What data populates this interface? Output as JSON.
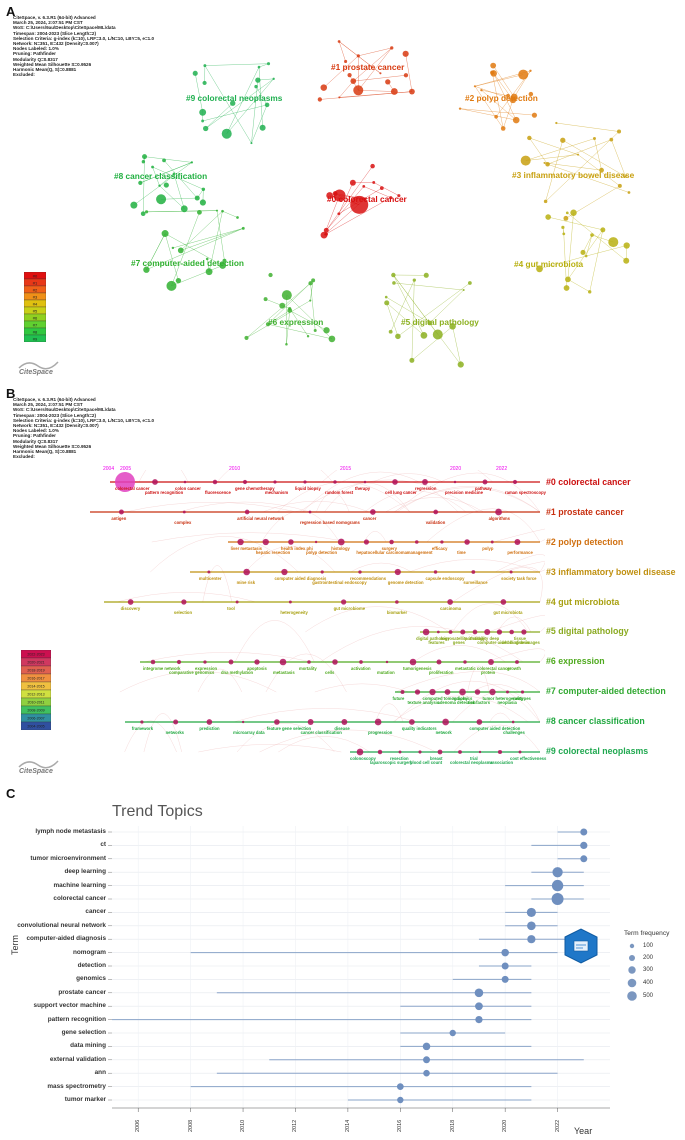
{
  "panels": {
    "a": "A",
    "b": "B",
    "c": "C"
  },
  "meta_a": "CiteSpace, v. 6.3.R1 (64-bit) Advanced\nMarch 25, 2024, 2:07:51 PM CST\nWoS: C:\\Users\\9au\\Desktop\\CiteSpace\\ML\\data\nTimespan: 2004-2023 (Slice Length=2)\nSelection Criteria: g-index (k=10), LRF=3.0, L/N=10, LBY=5, e=1.0\nNetwork: N=351, E=432 (Density=0.007)\nNodes Labeled: 1.0%\nPruning: Pathfinder\nModularity Q=0.8317\nWeighted Mean Silhouette S=0.9526\nHarmonic Mean(Q, S)=0.8881\nExcluded:",
  "meta_b": "CiteSpace, v. 6.3.R1 (64-bit) Advanced\nMarch 25, 2024, 2:07:51 PM CST\nWoS: C:\\Users\\9au\\Desktop\\CiteSpace\\ML\\data\nTimespan: 2004-2023 (Slice Length=2)\nSelection Criteria: g-index (k=10), LRF=3.0, L/N=10, LBY=5, e=1.0\nNetwork: N=351, E=432 (Density=0.007)\nNodes Labeled: 1.0%\nPruning: Pathfinder\nModularity Q=0.8317\nWeighted Mean Silhouette S=0.9526\nHarmonic Mean(Q, S)=0.8881\nExcluded:",
  "clusters_a": [
    {
      "label": "#0 colorectal cancer",
      "color": "#d81010"
    },
    {
      "label": "#1 prostate cancer",
      "color": "#d83a10"
    },
    {
      "label": "#2 polyp detection",
      "color": "#e07a10"
    },
    {
      "label": "#3 inflammatory bowel disease",
      "color": "#c8a010"
    },
    {
      "label": "#4 gut microbiota",
      "color": "#b8b010"
    },
    {
      "label": "#5 digital pathology",
      "color": "#8cb020"
    },
    {
      "label": "#6 expression",
      "color": "#40b030"
    },
    {
      "label": "#7 computer-aided detection",
      "color": "#30b030"
    },
    {
      "label": "#8 cancer classification",
      "color": "#20b040"
    },
    {
      "label": "#9 colorectal neoplasms",
      "color": "#20b050"
    }
  ],
  "legend_a": [
    "#0",
    "#1",
    "#2",
    "#3",
    "#4",
    "#5",
    "#6",
    "#7",
    "#8",
    "#9"
  ],
  "legend_b": [
    "2022-2023",
    "2020-2021",
    "2018-2019",
    "2016-2017",
    "2014-2015",
    "2012-2013",
    "2010-2011",
    "2008-2009",
    "2006-2007",
    "2004-2005"
  ],
  "brand": "CiteSpace",
  "timeline_years": [
    "2004",
    "2005",
    "2010",
    "2015",
    "2020",
    "2022"
  ],
  "timeline_rows": [
    {
      "label": "#0 colorectal cancer",
      "color": "#cc1010",
      "kw": [
        "colorectal cancer",
        "pattern recognition",
        "colon cancer",
        "fluorescence",
        "gene chemotherapy",
        "mechanism",
        "liquid biopsy",
        "random forest",
        "therapy",
        "cell lung cancer",
        "regression",
        "precision medicine",
        "pathway",
        "raman spectroscopy"
      ]
    },
    {
      "label": "#1 prostate cancer",
      "color": "#c83010",
      "kw": [
        "antigen",
        "complex",
        "artificial neural network",
        "regression based nomograms",
        "cancer",
        "validation",
        "algorithms"
      ]
    },
    {
      "label": "#2 polyp detection",
      "color": "#d07010",
      "kw": [
        "liver metastasis",
        "hepatic resection",
        "health index phi",
        "polyp detection",
        "histology",
        "hepatocellular carcinoma",
        "surgery",
        "management",
        "efficacy",
        "time",
        "polyp",
        "performance"
      ]
    },
    {
      "label": "#3 inflammatory bowel disease",
      "color": "#c09010",
      "kw": [
        "multicenter",
        "mine risk",
        "computer aided diagnosis",
        "gastrointestinal endoscopy",
        "recommendations",
        "genome detection",
        "capsule endoscopy",
        "surveillance",
        "society task force"
      ]
    },
    {
      "label": "#4 gut microbiota",
      "color": "#a8a010",
      "kw": [
        "discovery",
        "selection",
        "tool",
        "heterogeneity",
        "gut microbiome",
        "biomarker",
        "carcinoma",
        "gut microbiota"
      ]
    },
    {
      "label": "#5 digital pathology",
      "color": "#8aaa20",
      "kw": [
        "digital pathology",
        "features",
        "microsatellite instability",
        "genes",
        "pathology",
        "computer-aided diagnosis",
        "deep",
        "whole slide images",
        "tissue"
      ]
    },
    {
      "label": "#6 expression",
      "color": "#50aa20",
      "kw": [
        "integrome network",
        "comparative genomics",
        "expression",
        "dna methylation",
        "apoptosis",
        "metastasis",
        "mortality",
        "cells",
        "activation",
        "mutation",
        "tumorigenesis",
        "proliferation",
        "metastatic colorectal cancer",
        "protein",
        "growth"
      ]
    },
    {
      "label": "#7 computer-aided detection",
      "color": "#30a830",
      "kw": [
        "future",
        "texture analysis",
        "computed tomography",
        "adenoma detection",
        "radiomics",
        "risk factors",
        "tumor heterogeneity",
        "neoplasia",
        "subtypes"
      ]
    },
    {
      "label": "#8 cancer classification",
      "color": "#20a840",
      "kw": [
        "framework",
        "networks",
        "prediction",
        "microarray data",
        "feature gene selection",
        "cancer classification",
        "disease",
        "progression",
        "quality indicators",
        "network",
        "computer aided detection",
        "challenges"
      ]
    },
    {
      "label": "#9 colorectal neoplasms",
      "color": "#20a850",
      "kw": [
        "colonoscopy",
        "laparoscopic surgery",
        "resection",
        "blood cell count",
        "breast",
        "colorectal neoplasms",
        "trial",
        "association",
        "cost effectiveness"
      ]
    }
  ],
  "trend": {
    "title": "Trend Topics",
    "ylabel": "Term",
    "xlabel": "Year",
    "legend_title": "Term frequency",
    "legend_values": [
      "100",
      "200",
      "300",
      "400",
      "500"
    ],
    "xticks": [
      "2006",
      "2008",
      "2010",
      "2012",
      "2014",
      "2016",
      "2018",
      "2020",
      "2022"
    ]
  },
  "chart_data": {
    "type": "scatter",
    "title": "Trend Topics",
    "xlabel": "Year",
    "ylabel": "Term",
    "xlim": [
      2005,
      2024
    ],
    "terms": [
      "lymph node metastasis",
      "ct",
      "tumor microenvironment",
      "deep learning",
      "machine learning",
      "colorectal cancer",
      "cancer",
      "convolutional neural network",
      "computer-aided diagnosis",
      "nomogram",
      "detection",
      "genomics",
      "prostate cancer",
      "support vector machine",
      "pattern recognition",
      "gene selection",
      "data mining",
      "external validation",
      "ann",
      "mass spectrometry",
      "tumor marker"
    ],
    "median_year": [
      2023,
      2023,
      2023,
      2022,
      2022,
      2022,
      2021,
      2021,
      2021,
      2020,
      2020,
      2020,
      2019,
      2019,
      2019,
      2018,
      2017,
      2017,
      2017,
      2016,
      2016
    ],
    "q1_year": [
      2022,
      2021,
      2022,
      2021,
      2020,
      2021,
      2020,
      2020,
      2019,
      2008,
      2019,
      2018,
      2009,
      2016,
      2005,
      2016,
      2016,
      2011,
      2009,
      2008,
      2014
    ],
    "q3_year": [
      2023,
      2023,
      2023,
      2023,
      2023,
      2023,
      2022,
      2022,
      2023,
      2022,
      2021,
      2021,
      2021,
      2021,
      2021,
      2020,
      2021,
      2023,
      2022,
      2021,
      2021
    ],
    "frequency": [
      60,
      70,
      60,
      230,
      310,
      360,
      160,
      130,
      110,
      80,
      60,
      60,
      130,
      90,
      70,
      40,
      80,
      60,
      45,
      50,
      40
    ]
  }
}
